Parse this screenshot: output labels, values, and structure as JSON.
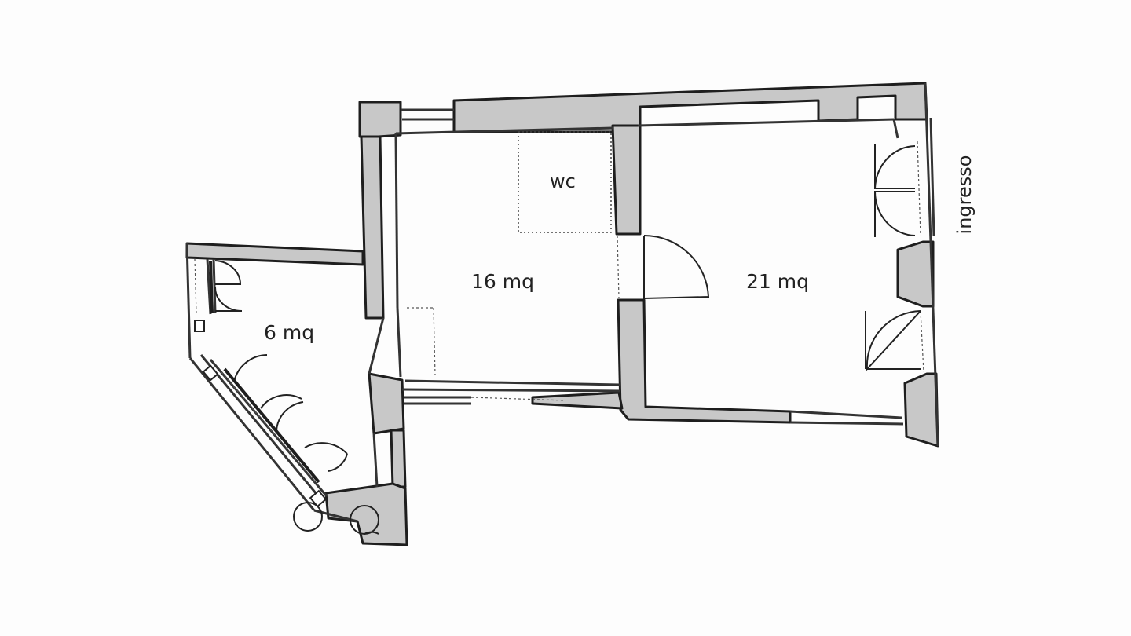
{
  "plan": {
    "rooms": [
      {
        "id": "room-16",
        "label": "16 mq"
      },
      {
        "id": "room-21",
        "label": "21 mq"
      },
      {
        "id": "room-6",
        "label": "6 mq"
      }
    ],
    "wc_label": "wc",
    "entrance_label": "ingresso",
    "colors": {
      "background": "#fdfdfd",
      "wall_fill": "#c8c8c8",
      "wall_stroke": "#1e1e1e",
      "line": "#333333"
    }
  }
}
